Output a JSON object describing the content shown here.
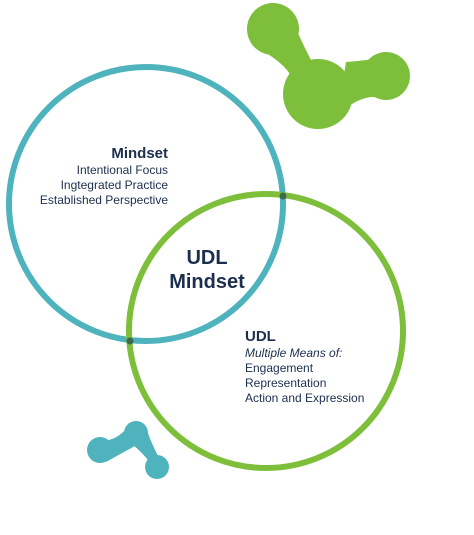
{
  "mindset": {
    "heading": "Mindset",
    "items": [
      "Intentional Focus",
      "Ingtegrated Practice",
      "Established Perspective"
    ]
  },
  "udl": {
    "heading": "UDL",
    "subheading": "Multiple Means of:",
    "items": [
      "Engagement",
      "Representation",
      "Action and Expression"
    ]
  },
  "center": {
    "line1": "UDL",
    "line2": "Mindset"
  },
  "colors": {
    "teal": "#4eb3bd",
    "green": "#7dbf3b",
    "overlap": "#3d6a4d",
    "text": "#1c2f4e"
  }
}
